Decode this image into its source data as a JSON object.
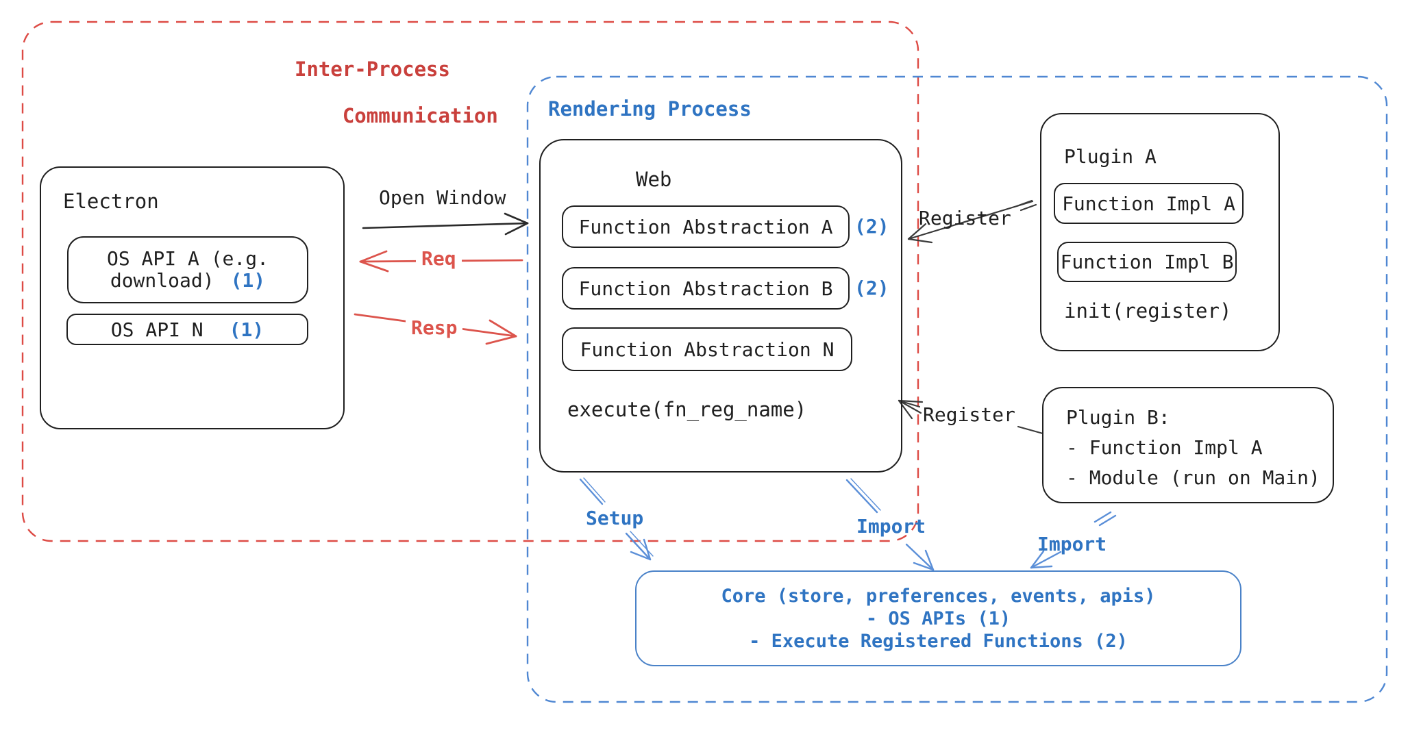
{
  "ipc": {
    "title_line1": "Inter-Process",
    "title_line2": "Communication"
  },
  "rendering": {
    "title": "Rendering Process"
  },
  "electron": {
    "title": "Electron",
    "os_api_a_line1": "OS API A (e.g.",
    "os_api_a_line2": "download)",
    "os_api_a_badge": "(1)",
    "os_api_n_label": "OS API N",
    "os_api_n_badge": "(1)"
  },
  "web": {
    "title": "Web",
    "fn_abs_a": "Function Abstraction A",
    "fn_abs_a_badge": "(2)",
    "fn_abs_b": "Function Abstraction B",
    "fn_abs_b_badge": "(2)",
    "fn_abs_n": "Function Abstraction N",
    "execute_label": "execute(fn_reg_name)"
  },
  "plugin_a": {
    "title": "Plugin A",
    "fn_impl_a": "Function Impl A",
    "fn_impl_b": "Function Impl B",
    "init_label": "init(register)"
  },
  "plugin_b": {
    "line1": "Plugin B:",
    "line2": "- Function Impl A",
    "line3": "- Module (run on Main)"
  },
  "core": {
    "line1": "Core (store, preferences, events, apis)",
    "line2": "- OS APIs (1)",
    "line3": "- Execute Registered Functions (2)"
  },
  "labels": {
    "open_window": "Open Window",
    "req": "Req",
    "resp": "Resp",
    "register_top": "Register",
    "register_bottom": "Register",
    "setup": "Setup",
    "import_web": "Import",
    "import_plugin": "Import"
  },
  "colors": {
    "red_border": "#dd4b45",
    "blue_border": "#4f87d2",
    "blue_text": "#2f74c2",
    "red_text": "#c9403c",
    "black": "#1f1f1f"
  }
}
